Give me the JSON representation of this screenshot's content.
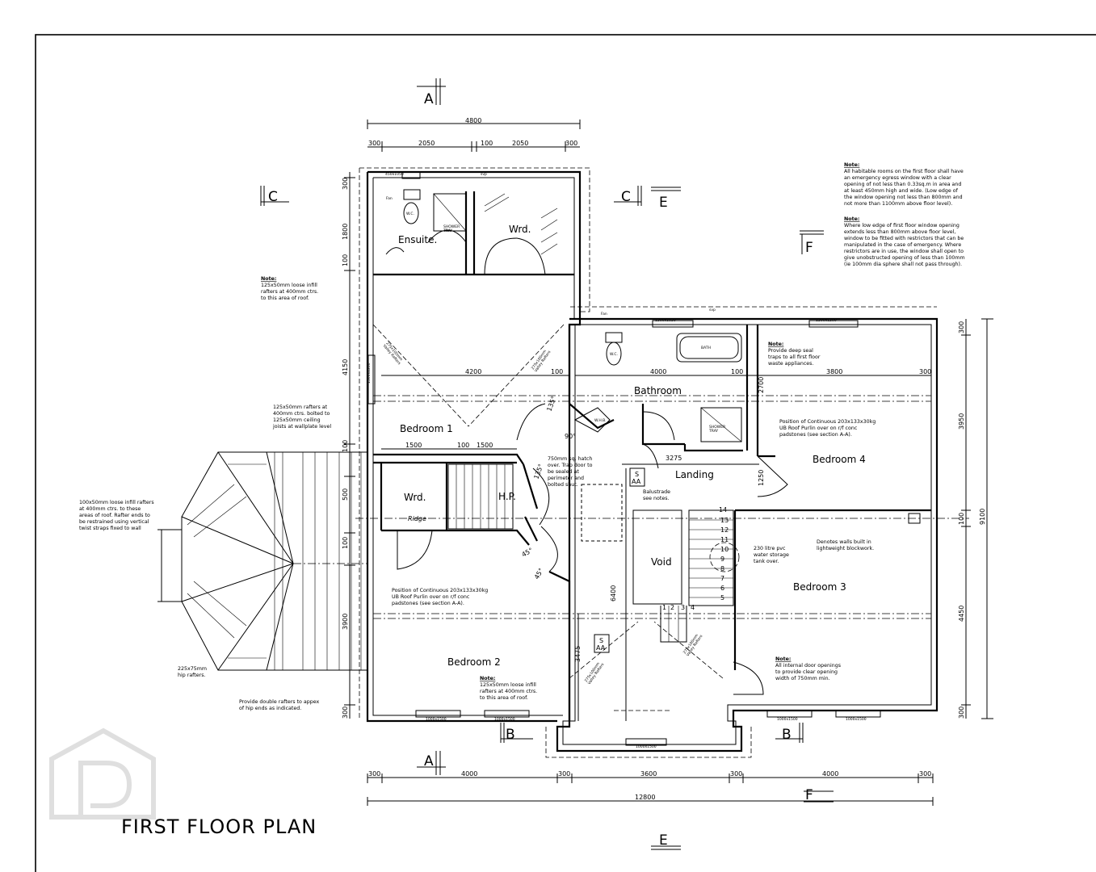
{
  "title": "FIRST FLOOR PLAN",
  "rooms": {
    "ensuite": "Ensuite.",
    "wrd_top": "Wrd.",
    "bathroom": "Bathroom",
    "bedroom1": "Bedroom 1",
    "bedroom2": "Bedroom 2",
    "bedroom3": "Bedroom 3",
    "bedroom4": "Bedroom 4",
    "landing": "Landing",
    "void": "Void",
    "hp": "H.P.",
    "wrd_left": "Wrd.",
    "ridge": "Ridge"
  },
  "section_marks": {
    "a": "A",
    "b": "B",
    "c": "C",
    "e": "E",
    "f": "F"
  },
  "dimensions": {
    "top_overall": "4800",
    "top_300_left": "300",
    "top_2050_left": "2050",
    "top_100": "100",
    "top_2050_right": "2050",
    "top_300_right": "300",
    "bottom_overall": "12800",
    "bottom_300_a": "300",
    "bottom_4000_left": "4000",
    "bottom_300_b": "300",
    "bottom_3600": "3600",
    "bottom_300_c": "300",
    "bottom_4000_right": "4000",
    "bottom_300_d": "300",
    "right_overall": "9100",
    "right_300_top": "300",
    "right_3950": "3950",
    "right_100": "100",
    "right_4450": "4450",
    "right_300_bottom": "300",
    "left_300": "300",
    "left_1800": "1800",
    "left_100": "100",
    "left_4150": "4150",
    "left_100_b": "100",
    "left_500": "500",
    "left_100_c": "100",
    "left_3900": "3900",
    "left_300_b": "300",
    "bed1_4200": "4200",
    "bed1_100a": "100",
    "bath_4000": "4000",
    "bath_100": "100",
    "bed4_3800": "3800",
    "bed4_300": "300",
    "bed1_1500a": "1500",
    "bed1_100b": "100",
    "bed1_1500b": "1500",
    "landing_3275": "3275",
    "bath_2700": "2700",
    "landing_1250": "1250",
    "stair_6400": "6400",
    "bed2_3475": "3475",
    "angle_135a": "135°",
    "angle_90": "90°",
    "angle_135b": "135°",
    "angle_45a": "45°",
    "angle_45b": "45°"
  },
  "windows": {
    "en_450": "450x1050",
    "bath_1500": "1500x1050",
    "bed4_1500": "1500x1200",
    "bed1_side": "1500x1200",
    "bed2_a": "1000x1500",
    "bed2_b": "1000x1500",
    "bay_1000": "1000x1500",
    "bed3_a": "1000x1500",
    "bed3_b": "1000x1500"
  },
  "fixtures": {
    "svp1": "svp",
    "svp2": "svp",
    "fan1": "Fan",
    "fan2": "Fan",
    "wc1": "W.C.",
    "wc2": "W.C.",
    "whb": "W.H.B.",
    "shower1": "SHOWER\nTRAY",
    "shower2": "SHOWER\nTRAY",
    "bath": "BATH",
    "sa1": "S",
    "aa1": "AA",
    "sa2": "S",
    "aa2": "AA"
  },
  "stairs": [
    "1",
    "2",
    "3",
    "4",
    "5",
    "6",
    "7",
    "8",
    "9",
    "10",
    "11",
    "12",
    "13",
    "14"
  ],
  "valley_labels": {
    "v1": "275x100mm\nValley Rafters",
    "v2": "275x100mm\nValley Rafters",
    "v3": "275x100mm\nValley Rafters",
    "v4": "275x100mm\nValley Rafters"
  },
  "notes": {
    "main_note_head": "Note:",
    "main_note": [
      "All habitable rooms on the first floor shall have",
      "an emergency egress window with a clear",
      "opening of not less than 0.33sq.m in area and",
      "at least 450mm high and wide. (Low edge of",
      "the window opening not less than 800mm and",
      "not more than 1100mm above floor level)."
    ],
    "main_note2_head": "Note:",
    "main_note2": [
      "Where low edge of first floor window opening",
      "extends less than 800mm above floor level,",
      "window to be fitted with restrictors that can be",
      "manipulated in the case of emergency. Where",
      "restrictors are in use, the window shall open to",
      "give unobstructed opening of less than 100mm",
      "(ie 100mm dia sphere shall not pass through)."
    ],
    "infill_top_head": "Note:",
    "infill_top": [
      "125x50mm loose infill",
      "rafters at 400mm ctrs.",
      "to this area of roof."
    ],
    "rafters_bolted": [
      "125x50mm rafters at",
      "400mm ctrs. bolted to",
      "125x50mm ceiling",
      "joists at wallplate level"
    ],
    "loose_infill_left": [
      "100x50mm loose infill rafters",
      "at 400mm ctrs. to these",
      "areas of roof. Rafter ends to",
      "be restrained using vertical",
      "twist straps fixed to wall"
    ],
    "hip_rafters": [
      "225x75mm",
      "hip rafters."
    ],
    "double_rafters": [
      "Provide double rafters to appex",
      "of hip ends as indicated."
    ],
    "purlin_right": [
      "Position of Continuous 203x133x30kg",
      "UB Roof Purlin over on r/f conc",
      "padstones (see section A-A)."
    ],
    "purlin_left": [
      "Position of Continuous 203x133x30kg",
      "UB Roof Purlin over on r/f conc",
      "padstones (see section A-A)."
    ],
    "hatch": [
      "750mm sq. hatch",
      "over. Trap door to",
      "be sealed at",
      "perimeter and",
      "bolted shut."
    ],
    "balustrade": [
      "Balustrade",
      "see notes."
    ],
    "deep_seal_head": "Note:",
    "deep_seal": [
      "Provide deep seal",
      "traps to all first floor",
      "waste appliances."
    ],
    "water_tank": [
      "230 litre pvc",
      "water storage",
      "tank over."
    ],
    "blockwork": [
      "Denotes walls built in",
      "lightweight blockwork."
    ],
    "door_openings_head": "Note:",
    "door_openings": [
      "All internal door openings",
      "to provide clear opening",
      "width of 750mm min."
    ],
    "infill_bottom_head": "Note:",
    "infill_bottom": [
      "125x50mm loose infill",
      "rafters at 400mm ctrs.",
      "to this area of roof."
    ]
  }
}
